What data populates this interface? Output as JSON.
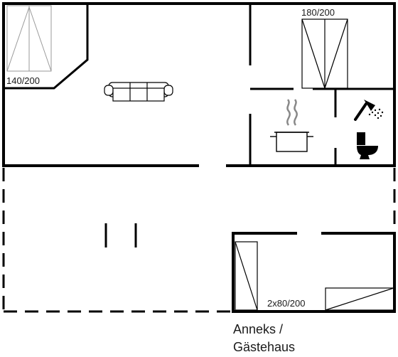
{
  "labels": {
    "bed_140": "140/200",
    "bed_180": "180/200",
    "bed_2x80": "2x80/200",
    "annex_line1": "Anneks /",
    "annex_line2": "Gästehaus"
  },
  "icons": [
    "sofa-icon",
    "cooking-pot-icon",
    "shower-icon",
    "toilet-icon",
    "single-bed-icon",
    "double-bed-icon"
  ],
  "colors": {
    "line": "#000000",
    "thin": "#444444"
  }
}
